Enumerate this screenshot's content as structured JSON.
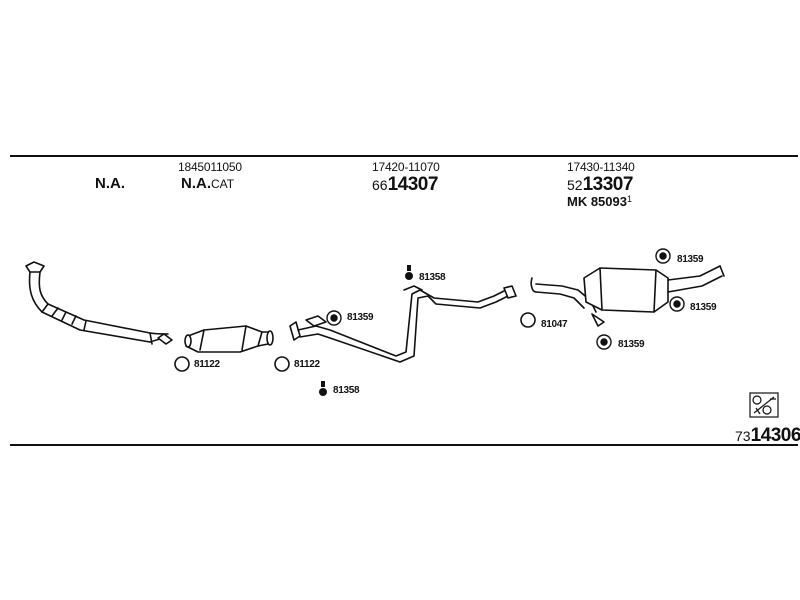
{
  "groups": [
    {
      "na": "N.A."
    },
    {
      "oem": "1845011050",
      "na_main": "N.A.",
      "na_suffix": "CAT"
    },
    {
      "oem": "17420-11070",
      "prefix": "66",
      "number": "14307"
    },
    {
      "oem": "17430-11340",
      "prefix": "52",
      "number": "13307",
      "mk": "MK 85093",
      "mk_note": "1"
    }
  ],
  "parts": {
    "gasket_81122_a": "81122",
    "gasket_81122_b": "81122",
    "clamp_81359_a": "81359",
    "bolt_81358_a": "81358",
    "bolt_81358_b": "81358",
    "gasket_81047": "81047",
    "clamp_81359_b": "81359",
    "clamp_81359_c": "81359",
    "clamp_81359_d": "81359"
  },
  "footer": {
    "prefix": "73",
    "number": "14306"
  },
  "icons": [
    "fitting-instructions-icon"
  ]
}
